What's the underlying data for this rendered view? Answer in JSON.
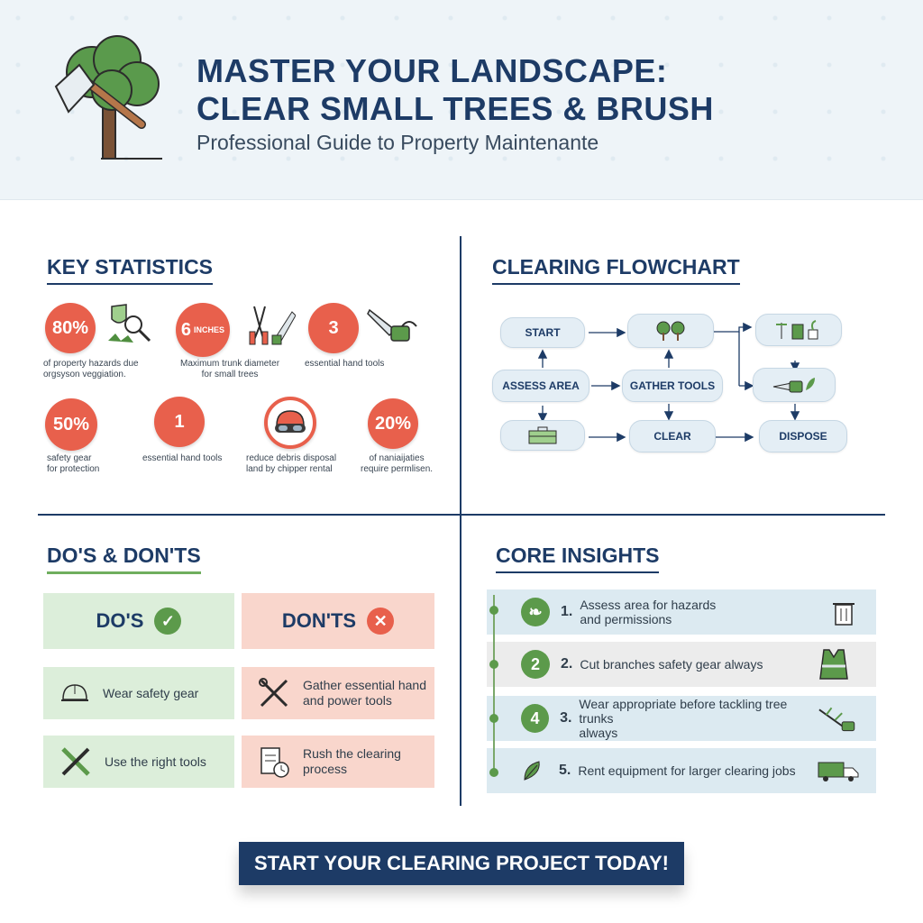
{
  "header": {
    "title_line1": "MASTER YOUR LANDSCAPE:",
    "title_line2": "CLEAR SMALL TREES & BRUSH",
    "subtitle": "Professional Guide to Property Maintenante"
  },
  "stats": {
    "title": "KEY STATISTICS",
    "items": [
      {
        "value": "80%",
        "label": [
          "of property hazards due",
          "orgsyson veggiation."
        ]
      },
      {
        "value": "6",
        "unit": "INCHES",
        "label": [
          "Maximum trunk diameter",
          "for small trees"
        ]
      },
      {
        "value": "3",
        "label": [
          "essential hand tools"
        ]
      },
      {
        "value": "50%",
        "label": [
          "safety gear",
          "for protection"
        ]
      },
      {
        "value": "1",
        "label": [
          "essential hand tools"
        ]
      },
      {
        "value": "",
        "label": [
          "reduce debris disposal",
          "land by chipper rental"
        ]
      },
      {
        "value": "20%",
        "label": [
          "of naniaijaties",
          "require permlisen."
        ]
      }
    ]
  },
  "flowchart": {
    "title": "CLEARING FLOWCHART",
    "nodes": {
      "start": "START",
      "assess": "ASSESS AREA",
      "gather": "GATHER TOOLS",
      "clear": "CLEAR",
      "dispose": "DISPOSE"
    }
  },
  "dos_donts": {
    "title": "DO'S & DON'TS",
    "dos_header": "DO'S",
    "donts_header": "DON'TS",
    "dos": [
      "Wear safety gear",
      "Use the right tools"
    ],
    "donts": [
      [
        "Gather essential hand",
        "and power tools"
      ],
      [
        "Rush the clearing",
        "process"
      ]
    ]
  },
  "insights": {
    "title": "CORE INSIGHTS",
    "items": [
      {
        "num": "1.",
        "badge": "",
        "text": [
          "Assess area for hazards",
          "and permissions"
        ]
      },
      {
        "num": "2.",
        "badge": "2",
        "text": [
          "Cut branches safety gear always"
        ]
      },
      {
        "num": "3.",
        "badge": "4",
        "text": [
          "Wear appropriate before tackling tree trunks",
          "always"
        ]
      },
      {
        "num": "5.",
        "badge": "",
        "text": [
          "Rent equipment for larger clearing jobs"
        ]
      }
    ]
  },
  "cta": "START YOUR CLEARING PROJECT TODAY!",
  "colors": {
    "navy": "#1d3b66",
    "coral": "#e8604c",
    "green": "#5c9a4b",
    "light_green": "#dceeda",
    "light_pink": "#f9d6cc",
    "light_blue": "#dceaf1"
  }
}
